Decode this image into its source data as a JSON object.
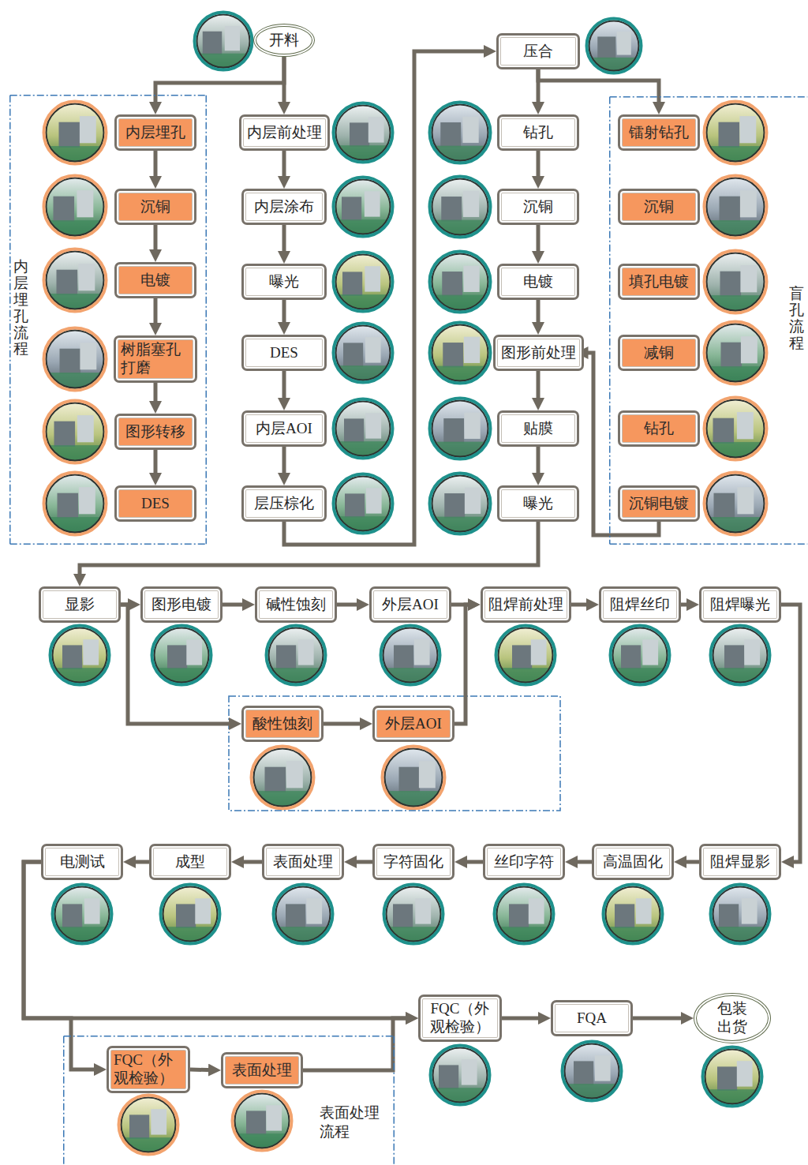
{
  "diagram": {
    "nodes": [
      {
        "text": [
          "开料"
        ]
      },
      {
        "text": [
          "内层埋孔流程"
        ]
      },
      {
        "text": [
          "内层埋孔"
        ],
        "in": 1
      },
      {
        "text": [
          "沉铜"
        ],
        "in": 1
      },
      {
        "text": [
          "电镀"
        ],
        "in": 1
      },
      {
        "text": [
          "树脂塞孔 打磨"
        ],
        "in": 1
      },
      {
        "text": [
          "图形转移"
        ],
        "in": 1
      },
      {
        "text": [
          "DES"
        ],
        "in": 1
      },
      {
        "text": [
          "内层前处理"
        ]
      },
      {
        "text": [
          "内层涂布"
        ]
      },
      {
        "text": [
          "曝光"
        ]
      },
      {
        "text": [
          "DES"
        ]
      },
      {
        "text": [
          "内层AOI"
        ]
      },
      {
        "text": [
          "层压棕化"
        ]
      },
      {
        "text": [
          "压合"
        ]
      },
      {
        "text": [
          "钻孔"
        ]
      },
      {
        "text": [
          "沉铜"
        ]
      },
      {
        "text": [
          "电镀"
        ]
      },
      {
        "text": [
          "图形前处理"
        ]
      },
      {
        "text": [
          "贴膜"
        ]
      },
      {
        "text": [
          "曝光"
        ]
      },
      {
        "text": [
          "盲孔流程"
        ]
      },
      {
        "text": [
          "镭射钻孔"
        ],
        "in": 21
      },
      {
        "text": [
          "沉铜"
        ],
        "in": 21
      },
      {
        "text": [
          "填孔电镀"
        ],
        "in": 21
      },
      {
        "text": [
          "减铜"
        ],
        "in": 21
      },
      {
        "text": [
          "钻孔"
        ],
        "in": 21
      },
      {
        "text": [
          "沉铜电镀"
        ],
        "in": 21
      },
      {
        "text": [
          "显影"
        ]
      },
      {
        "text": [
          "图形电镀"
        ]
      },
      {
        "text": [
          "碱性蚀刻"
        ]
      },
      {
        "text": [
          "外层AOI"
        ]
      },
      {
        "text": [
          "阻焊前处理"
        ]
      },
      {
        "text": [
          "阻焊丝印"
        ]
      },
      {
        "text": [
          "阻焊曝光"
        ]
      },
      {
        "text": [
          "酸性蚀刻"
        ]
      },
      {
        "text": [
          "外层AOI"
        ]
      },
      {
        "text": [
          "阻焊显影"
        ]
      },
      {
        "text": [
          "高温固化"
        ]
      },
      {
        "text": [
          "丝印字符"
        ]
      },
      {
        "text": [
          "字符固化"
        ]
      },
      {
        "text": [
          "表面处理"
        ]
      },
      {
        "text": [
          "成型"
        ]
      },
      {
        "text": [
          "电测试"
        ]
      },
      {
        "text": [
          "表面处理 流程"
        ]
      },
      {
        "text": [
          "FQC（外 观检验）"
        ],
        "in": 44
      },
      {
        "text": [
          "表面处理"
        ],
        "in": 44
      },
      {
        "text": [
          "FQC（外 观检验）"
        ]
      },
      {
        "text": [
          "FQA"
        ]
      },
      {
        "text": [
          "包装 出货"
        ]
      }
    ],
    "edges": [
      {
        "from": 0,
        "to": 2,
        "arrow": "to"
      },
      {
        "from": 0,
        "to": 8,
        "arrow": "to"
      },
      {
        "from": 2,
        "to": 3,
        "arrow": "to"
      },
      {
        "from": 3,
        "to": 4,
        "arrow": "to"
      },
      {
        "from": 4,
        "to": 5,
        "arrow": "to"
      },
      {
        "from": 5,
        "to": 6,
        "arrow": "to"
      },
      {
        "from": 6,
        "to": 7,
        "arrow": "to"
      },
      {
        "from": 8,
        "to": 9,
        "arrow": "to"
      },
      {
        "from": 9,
        "to": 10,
        "arrow": "to"
      },
      {
        "from": 10,
        "to": 11,
        "arrow": "to"
      },
      {
        "from": 11,
        "to": 12,
        "arrow": "to"
      },
      {
        "from": 12,
        "to": 13,
        "arrow": "to"
      },
      {
        "from": 13,
        "to": 14,
        "arrow": "to"
      },
      {
        "from": 14,
        "to": 15,
        "arrow": "to"
      },
      {
        "from": 14,
        "to": 22,
        "arrow": "to"
      },
      {
        "from": 15,
        "to": 16,
        "arrow": "to"
      },
      {
        "from": 16,
        "to": 17,
        "arrow": "to"
      },
      {
        "from": 17,
        "to": 18,
        "arrow": "to"
      },
      {
        "from": 18,
        "to": 19,
        "arrow": "to"
      },
      {
        "from": 19,
        "to": 20,
        "arrow": "to"
      },
      {
        "from": 27,
        "to": 18,
        "arrow": "to"
      },
      {
        "from": 20,
        "to": 28,
        "arrow": "to"
      },
      {
        "from": 28,
        "to": 29,
        "arrow": "to"
      },
      {
        "from": 29,
        "to": 30,
        "arrow": "to"
      },
      {
        "from": 30,
        "to": 31,
        "arrow": "to"
      },
      {
        "from": 31,
        "to": 32,
        "arrow": "to"
      },
      {
        "from": 32,
        "to": 33,
        "arrow": "to"
      },
      {
        "from": 33,
        "to": 34,
        "arrow": "to"
      },
      {
        "from": 28,
        "to": 35,
        "arrow": "to"
      },
      {
        "from": 35,
        "to": 36,
        "arrow": "to"
      },
      {
        "from": 36,
        "to": 32,
        "arrow": "to"
      },
      {
        "from": 34,
        "to": 37,
        "arrow": "to"
      },
      {
        "from": 37,
        "to": 38,
        "arrow": "to"
      },
      {
        "from": 38,
        "to": 39,
        "arrow": "to"
      },
      {
        "from": 39,
        "to": 40,
        "arrow": "to"
      },
      {
        "from": 40,
        "to": 41,
        "arrow": "to"
      },
      {
        "from": 41,
        "to": 42,
        "arrow": "to"
      },
      {
        "from": 42,
        "to": 43,
        "arrow": "to"
      },
      {
        "from": 43,
        "to": 47,
        "arrow": "to"
      },
      {
        "from": 43,
        "to": 45,
        "arrow": "to"
      },
      {
        "from": 45,
        "to": 46,
        "arrow": "to"
      },
      {
        "from": 46,
        "to": 47,
        "arrow": "to"
      },
      {
        "from": 47,
        "to": 48,
        "arrow": "to"
      },
      {
        "from": 48,
        "to": 49,
        "arrow": "to"
      }
    ]
  }
}
